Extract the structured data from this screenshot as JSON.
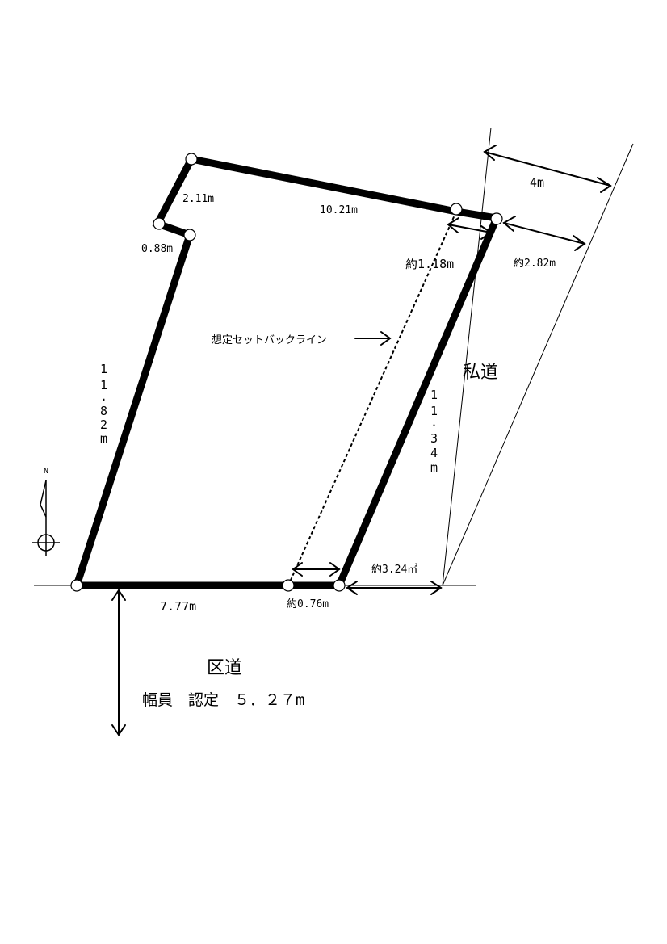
{
  "labels": {
    "edge_left_top_short": "2.11m",
    "edge_left_step": "0.88m",
    "edge_top": "10.21m",
    "edge_left": "11.82m",
    "edge_left_chars": [
      "1",
      "1",
      ".",
      "8",
      "2",
      "m"
    ],
    "edge_right": "11.34m",
    "edge_right_chars": [
      "1",
      "1",
      ".",
      "3",
      "4",
      "m"
    ],
    "edge_bottom": "7.77m",
    "setback_top": "約1.18m",
    "setback_bottom": "約0.76m",
    "private_road_width": "4m",
    "private_top_gap": "約2.82m",
    "private_bottom_gap": "約3.24㎡",
    "setback_line": "想定セットバックライン",
    "private_road": "私道",
    "ward_road": "区道",
    "ward_road_width": "幅員　認定　５．２７m",
    "north": "N"
  }
}
